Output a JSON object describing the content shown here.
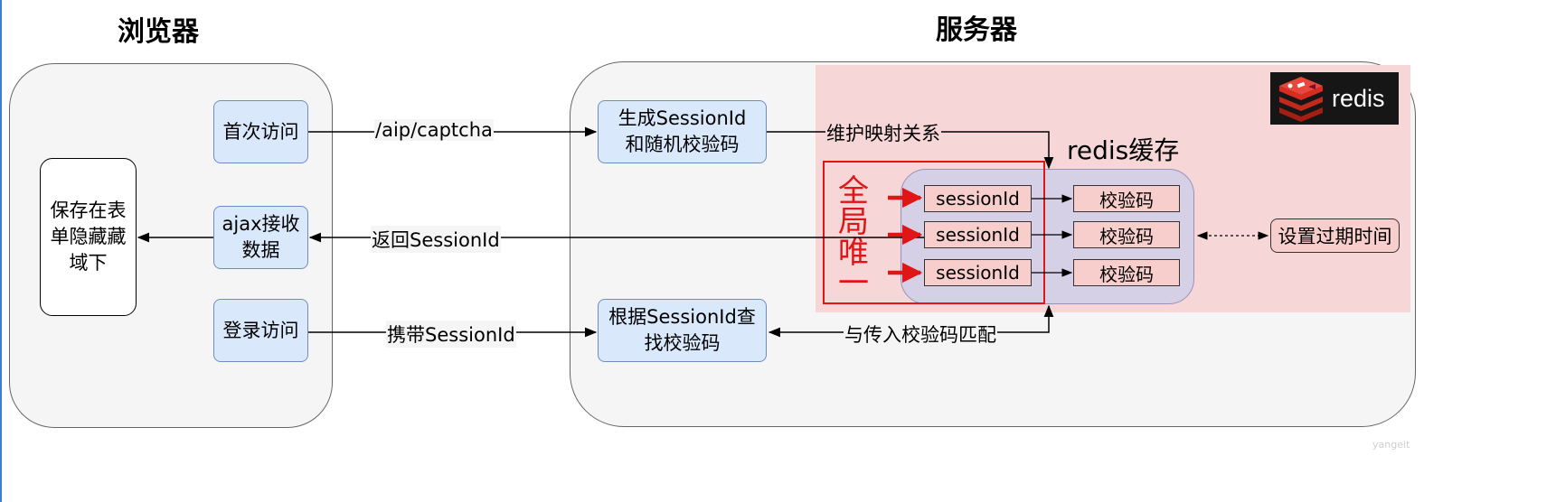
{
  "titles": {
    "browser": "浏览器",
    "server": "服务器"
  },
  "browser": {
    "store_box": "保存在表单隐藏藏域下",
    "first_visit": "首次访问",
    "ajax_receive": "ajax接收数据",
    "login_visit": "登录访问"
  },
  "server": {
    "generate": "生成SessionId和随机校验码",
    "lookup": "根据SessionId查找校验码"
  },
  "redis": {
    "logo_text": "redis",
    "cache_label": "redis缓存",
    "global_unique": "全局唯一",
    "entries": [
      {
        "key": "sessionId",
        "value": "校验码"
      },
      {
        "key": "sessionId",
        "value": "校验码"
      },
      {
        "key": "sessionId",
        "value": "校验码"
      }
    ],
    "expire": "设置过期时间"
  },
  "edges": {
    "captcha": "/aip/captcha",
    "maintain_mapping": "维护映射关系",
    "return_session": "返回SessionId",
    "carry_session": "携带SessionId",
    "match_code": "与传入校验码匹配"
  },
  "watermark": "yangeit",
  "colors": {
    "node_fill": "#dae8fc",
    "node_stroke": "#6c8ebf",
    "redis_zone": "#f6d6d6",
    "cache_fill": "#d5d0e6",
    "pill_fill": "#f8cecc",
    "unique_red": "#e01515",
    "logo_bg": "#161616",
    "logo_red": "#d82c20"
  }
}
